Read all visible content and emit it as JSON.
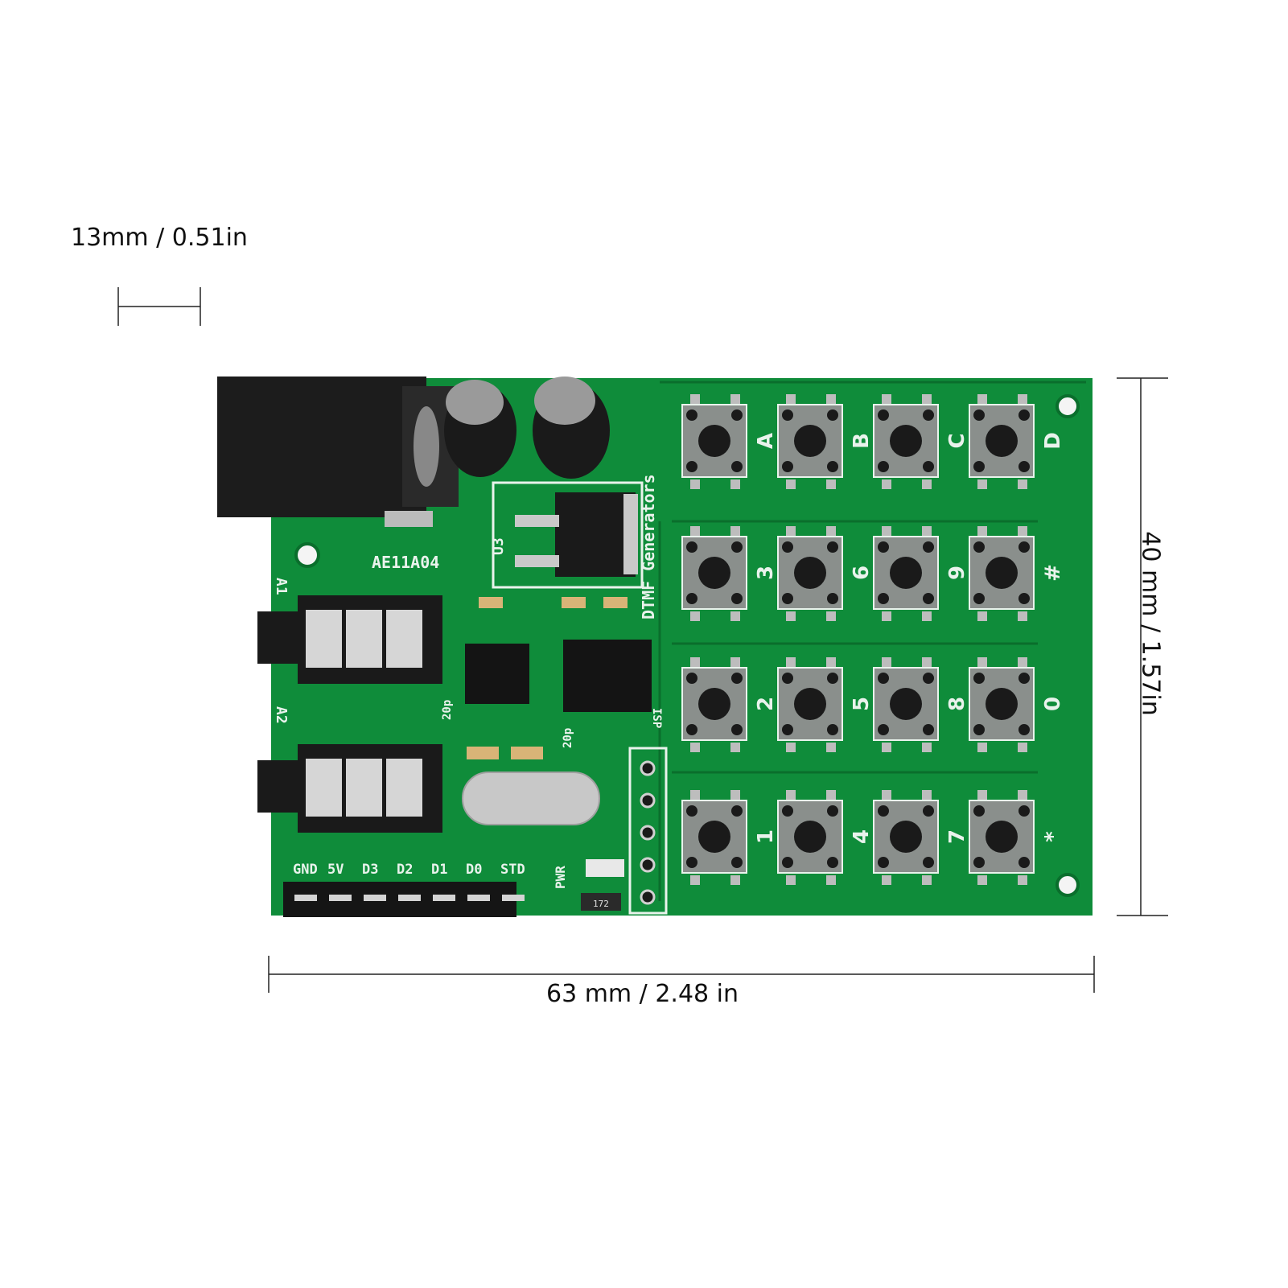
{
  "dimensions": {
    "scale_label": "13mm / 0.51in",
    "width_label": "63 mm / 2.48 in",
    "height_label": "40 mm /  1.57in"
  },
  "board": {
    "model": "AE11A04",
    "title": "DTMF Generators",
    "regulator_label": "U3",
    "jack_labels": [
      "A1",
      "A2"
    ],
    "header_pins": [
      "GND",
      "5V",
      "D3",
      "D2",
      "D1",
      "D0",
      "STD"
    ],
    "power_led_label": "PWR",
    "resistor_code": "172",
    "isp_label": "ISP",
    "capacitor_labels": [
      "20p",
      "20p"
    ],
    "keypad_rows": [
      [
        "A",
        "B",
        "C",
        "D"
      ],
      [
        "3",
        "6",
        "9",
        "#"
      ],
      [
        "2",
        "5",
        "8",
        "0"
      ],
      [
        "1",
        "4",
        "7",
        "*"
      ]
    ]
  },
  "colors": {
    "pcb": "#0f8c3a",
    "pcb_dark": "#0a6e2c",
    "silkscreen": "#e9f3ec",
    "button_body": "#8a8f8c",
    "button_cap": "#1a1a1a"
  }
}
